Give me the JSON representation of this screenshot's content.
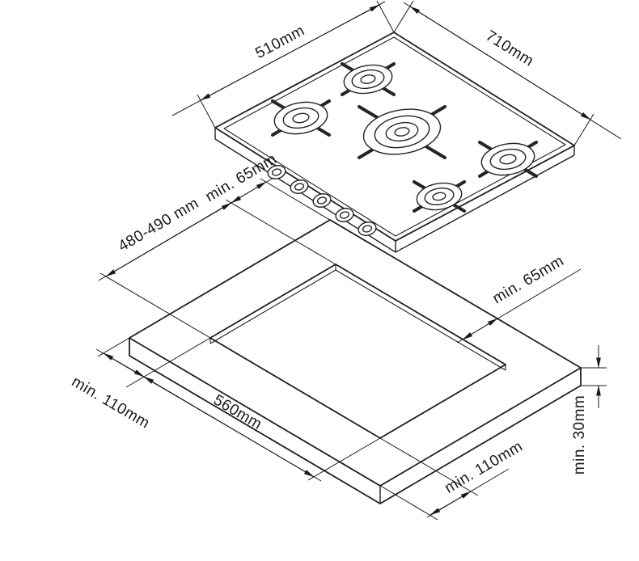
{
  "line_color": "#1a1a1a",
  "labels": {
    "hob_depth": "510mm",
    "hob_width": "710mm",
    "cutout_rear_left_clearance": "min. 65mm",
    "cutout_depth": "480-490 mm",
    "cutout_rear_right_clearance": "min. 65mm",
    "cutout_width": "560mm",
    "cutout_left_clearance": "min. 110mm",
    "cutout_front_clearance": "min. 110mm",
    "worktop_thickness": "min. 30mm"
  }
}
